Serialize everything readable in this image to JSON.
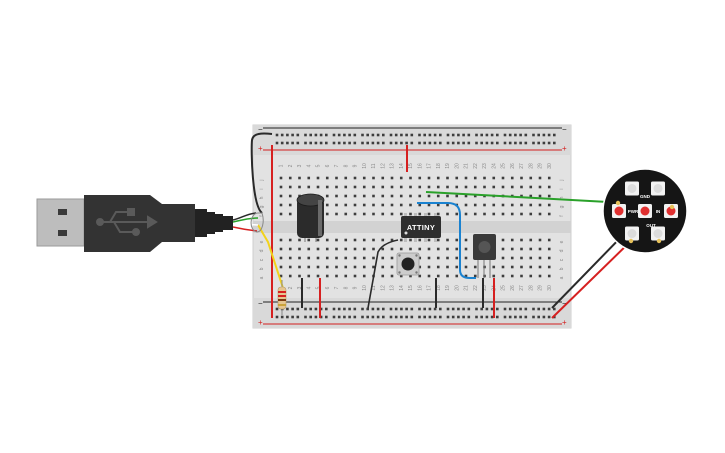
{
  "colors": {
    "breadboard": "#e4e4e4",
    "breadboard_rail": "#d6d6d6",
    "hole": "#3d3d3d",
    "rail_red": "#d32020",
    "rail_black": "#222222",
    "usb_body": "#333333",
    "usb_plug": "#b9b9b9",
    "chip": "#2e2e2e",
    "wire_green": "#2aa12a",
    "wire_blue": "#1a82d0",
    "wire_black": "#2a2a2a",
    "wire_red": "#d62020",
    "wire_yellow": "#f2d21b",
    "resistor_body": "#e6c690",
    "neopixel_board": "#151515",
    "neopixel_led": "#e03030"
  },
  "breadboard": {
    "column_numbers": [
      "1",
      "2",
      "3",
      "4",
      "5",
      "6",
      "7",
      "8",
      "9",
      "10",
      "11",
      "12",
      "13",
      "14",
      "15",
      "16",
      "17",
      "18",
      "19",
      "20",
      "21",
      "22",
      "23",
      "24",
      "25",
      "26",
      "27",
      "28",
      "29",
      "30"
    ],
    "row_letters_top": [
      "j",
      "i",
      "h",
      "g",
      "f"
    ],
    "row_letters_bottom": [
      "e",
      "d",
      "c",
      "b",
      "a"
    ],
    "rail_plus": "+",
    "rail_minus": "−"
  },
  "components": {
    "microcontroller_label": "ATTINY",
    "usb_icon": "usb-trident-icon",
    "neopixel_labels": [
      "PWR",
      "GND",
      "IN",
      "OUT"
    ]
  }
}
